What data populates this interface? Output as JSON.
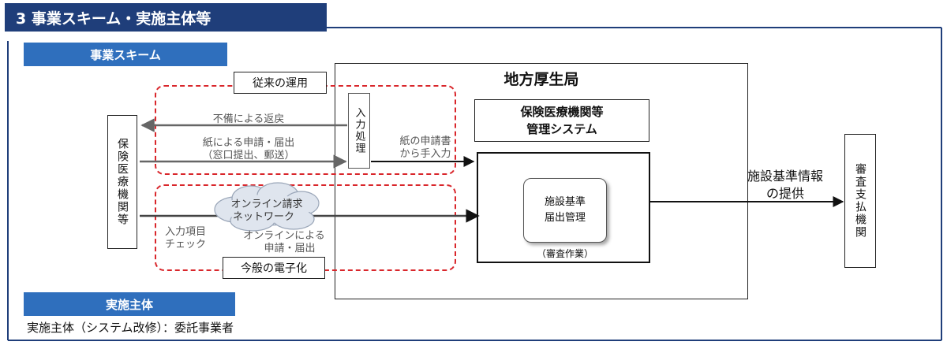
{
  "header": {
    "title": "3 事業スキーム・実施主体等"
  },
  "scheme": {
    "section_label": "事業スキーム"
  },
  "bureau": {
    "title": "地方厚生局"
  },
  "system": {
    "title_line1": "保険医療機関等",
    "title_line2": "管理システム"
  },
  "facility": {
    "line1": "施設基準",
    "line2": "届出管理",
    "caption": "（審査作業）"
  },
  "left_entity": {
    "label": "保険医療機関等"
  },
  "right_entity": {
    "label": "審査支払機関"
  },
  "legacy": {
    "label": "従来の運用",
    "return_text": "不備による返戻",
    "paper_line1": "紙による申請・届出",
    "paper_line2": "（窓口提出、郵送）",
    "input_box": "入力処理",
    "manual_line1": "紙の申請書",
    "manual_line2": "から手入力"
  },
  "modern": {
    "label": "今般の電子化",
    "cloud_line1": "オンライン請求",
    "cloud_line2": "ネットワーク",
    "check_line1": "入力項目",
    "check_line2": "チェック",
    "online_line1": "オンラインによる",
    "online_line2": "申請・届出"
  },
  "provide": {
    "line1": "施設基準情報",
    "line2": "の提供"
  },
  "implement": {
    "section_label": "実施主体",
    "text": "実施主体（システム改修）：委託事業者"
  },
  "colors": {
    "navy": "#1f3e7a",
    "blue": "#2f6fbd",
    "dashed_red": "#d9262b",
    "arrow_gray": "#666666"
  }
}
